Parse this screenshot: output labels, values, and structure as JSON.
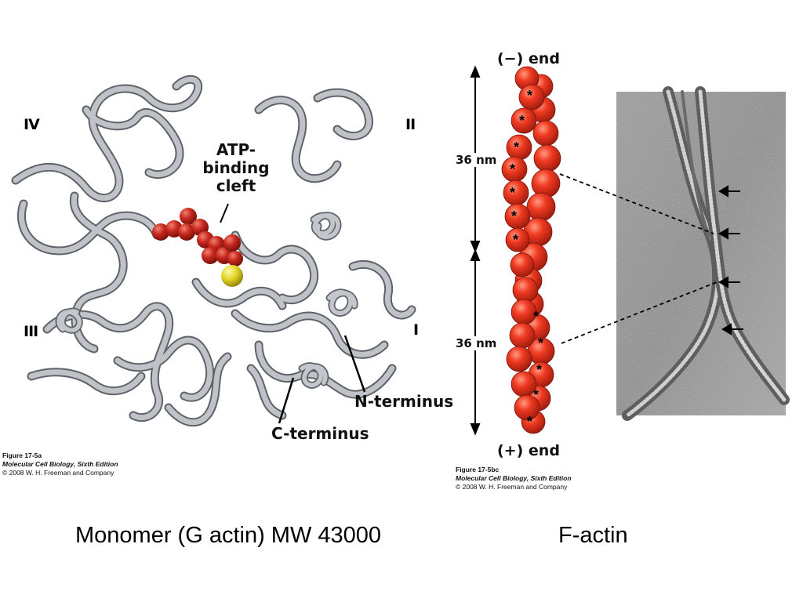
{
  "left_panel": {
    "domains": [
      "IV",
      "II",
      "III",
      "I"
    ],
    "atp_label": [
      "ATP-",
      "binding",
      "cleft"
    ],
    "n_terminus": "N-terminus",
    "c_terminus": "C-terminus",
    "credit": {
      "figure": "Figure 17-5a",
      "book": "Molecular Cell Biology, Sixth Edition",
      "copyright": "© 2008 W. H. Freeman and Company"
    },
    "colors": {
      "ribbon": "#b9bdc3",
      "ribbon_edge": "#5f6369",
      "atp": "#c0271f",
      "ion": "#e6d82c"
    }
  },
  "right_panel": {
    "minus_end": "(−) end",
    "plus_end": "(+) end",
    "repeat_labels": [
      "36 nm",
      "36 nm"
    ],
    "subunit_marker": "*",
    "credit": {
      "figure": "Figure 17-5bc",
      "book": "Molecular Cell Biology, Sixth Edition",
      "copyright": "© 2008 W. H. Freeman and Company"
    },
    "colors": {
      "subunit": "#e8321f",
      "subunit_edge": "#7a140c"
    }
  },
  "captions": {
    "left": "Monomer (G actin) MW 43000",
    "right": "F-actin"
  }
}
